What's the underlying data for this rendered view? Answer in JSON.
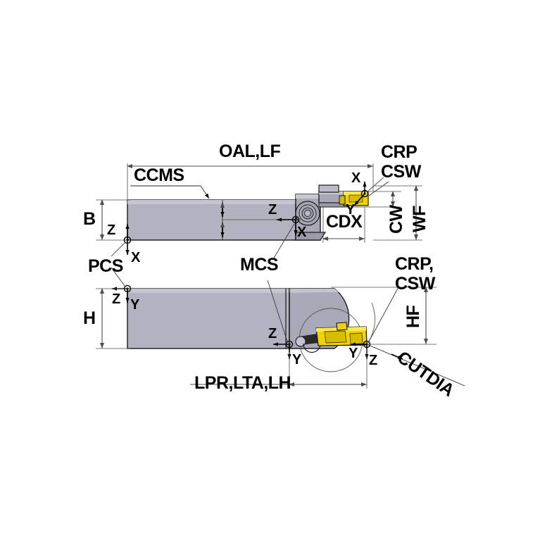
{
  "drawing": {
    "title": "Turning tool holder dimension diagram",
    "view_top": "side view of tool holder with coordinate systems",
    "view_bottom": "top view of tool holder with cutting insert"
  },
  "colors": {
    "body_fill": "#b2b2c0",
    "body_fill_dark": "#9a9aa8",
    "body_fill_light": "#c6c6d2",
    "insert_yellow": "#f2d200",
    "insert_yellow_dark": "#d8bc00",
    "outline": "#1a1a1a",
    "dim_line": "#4d4d4d",
    "background": "#ffffff"
  },
  "dimensions": {
    "oal_lf": "OAL,LF",
    "ccms": "CCMS",
    "crp": "CRP",
    "csw": "CSW",
    "crp_csw": "CRP,",
    "csw_second": "CSW",
    "b": "B",
    "h": "H",
    "cdx": "CDX",
    "cw": "CW",
    "wf": "WF",
    "hf": "HF",
    "cutdia": "CUTDIA",
    "lpr_lta_lh": "LPR,LTA,LH",
    "pcs": "PCS",
    "mcs": "MCS"
  },
  "axes": {
    "top_view": [
      {
        "label": "Z",
        "id": "pcs-z-top"
      },
      {
        "label": "X",
        "id": "pcs-x-top"
      },
      {
        "label": "Z",
        "id": "mcs-z-top"
      },
      {
        "label": "X",
        "id": "mcs-x-top"
      },
      {
        "label": "X",
        "id": "crp-x-top"
      },
      {
        "label": "Y",
        "id": "crp-y-top"
      }
    ],
    "bottom_view": [
      {
        "label": "Z",
        "id": "pcs-z-bottom"
      },
      {
        "label": "Y",
        "id": "pcs-y-bottom"
      },
      {
        "label": "Z",
        "id": "mcs-z-bottom"
      },
      {
        "label": "Y",
        "id": "mcs-y-bottom"
      },
      {
        "label": "Y",
        "id": "crp-y-bottom"
      },
      {
        "label": "Z",
        "id": "crp-z-bottom"
      }
    ]
  }
}
